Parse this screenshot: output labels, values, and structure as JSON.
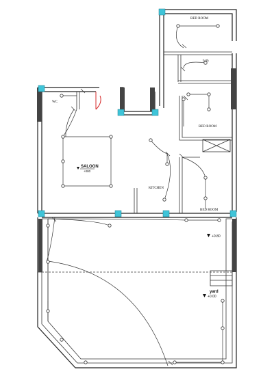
{
  "labels": {
    "bedroom_top": "BED ROOM",
    "bath": "bath",
    "wc": "WC",
    "bedroom_mid": "BED ROOM",
    "saloon": "SALOON",
    "saloon_level": "+080",
    "kitchen": "KITCHEN",
    "bedroom_bottom": "BED ROOM",
    "level_080": "+0.80",
    "yard": "yard",
    "yard_level": "+0.00"
  },
  "colors": {
    "column": "#3fc4d8",
    "wall": "#222222",
    "door_red": "#d62828"
  }
}
